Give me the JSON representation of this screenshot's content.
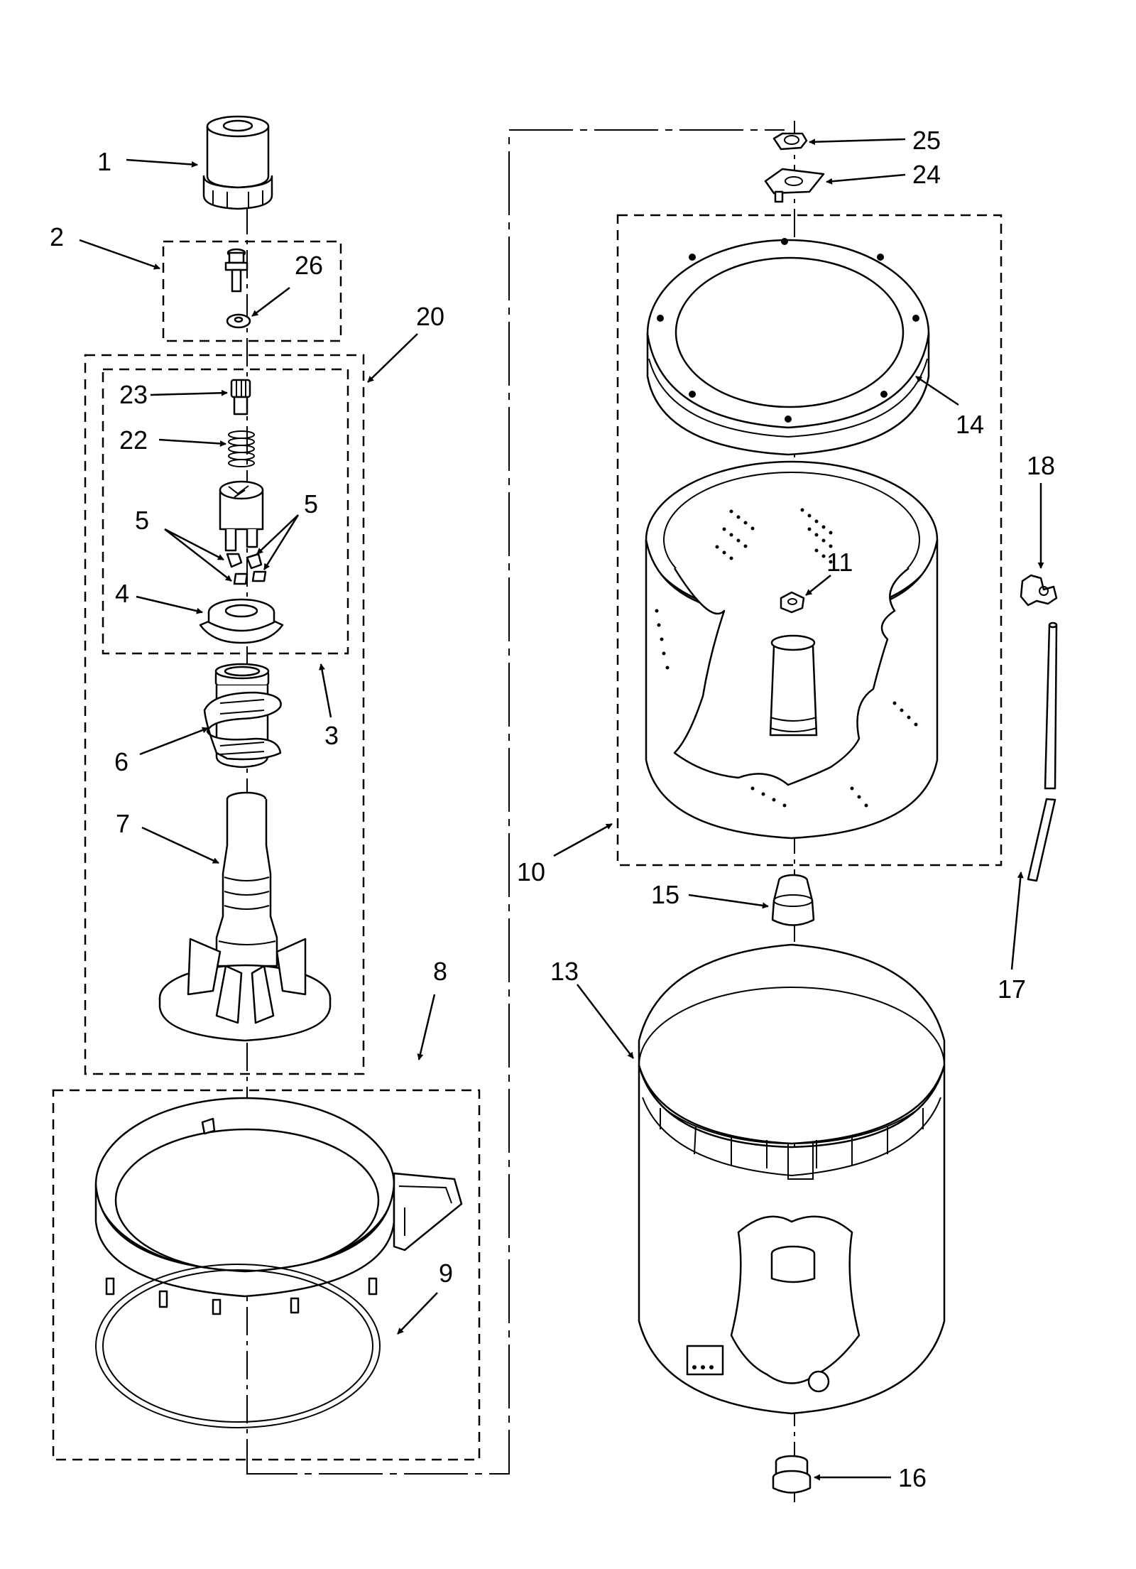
{
  "diagram": {
    "callouts": {
      "c1": "1",
      "c2": "2",
      "c3": "3",
      "c4": "4",
      "c5a": "5",
      "c5b": "5",
      "c6": "6",
      "c7": "7",
      "c8": "8",
      "c9": "9",
      "c10": "10",
      "c11": "11",
      "c13": "13",
      "c14": "14",
      "c15": "15",
      "c16": "16",
      "c17": "17",
      "c18": "18",
      "c20": "20",
      "c22": "22",
      "c23": "23",
      "c24": "24",
      "c25": "25",
      "c26": "26"
    },
    "colors": {
      "line": "#000000",
      "background": "#ffffff"
    }
  }
}
